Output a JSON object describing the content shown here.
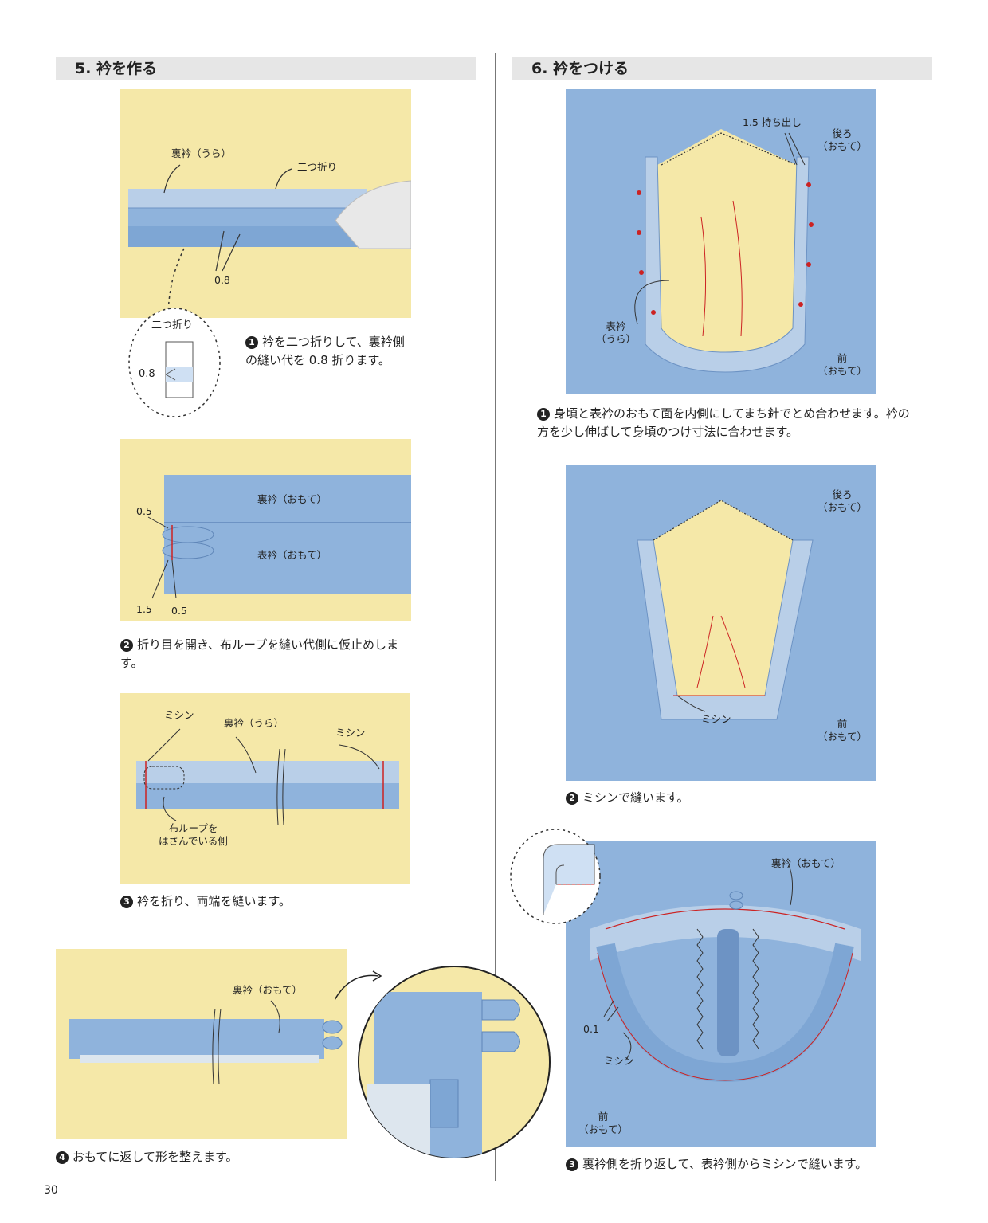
{
  "page_number": "30",
  "left": {
    "title": "5. 衿を作る",
    "steps": [
      {
        "num": "1",
        "caption": "衿を二つ折りして、裏衿側の縫い代を 0.8 折ります。",
        "labels": {
          "uraeri": "裏衿（うら）",
          "futatsuori": "二つ折り",
          "measure": "0.8",
          "detail_label": "二つ折り",
          "detail_measure": "0.8"
        }
      },
      {
        "num": "2",
        "caption": "折り目を開き、布ループを縫い代側に仮止めします。",
        "labels": {
          "top_measure": "0.5",
          "uraeri": "裏衿（おもて）",
          "omoteeri": "表衿（おもて）",
          "bottom_left": "1.5",
          "bottom_right": "0.5"
        }
      },
      {
        "num": "3",
        "caption": "衿を折り、両端を縫います。",
        "labels": {
          "mishin_left": "ミシン",
          "uraeri": "裏衿（うら）",
          "mishin_right": "ミシン",
          "loop_side": "布ループを\nはさんでいる側"
        }
      },
      {
        "num": "4",
        "caption": "おもてに返して形を整えます。",
        "labels": {
          "uraeri": "裏衿（おもて）"
        }
      }
    ]
  },
  "right": {
    "title": "6. 衿をつける",
    "steps": [
      {
        "num": "1",
        "caption": "身頃と表衿のおもて面を内側にしてまち針でとめ合わせます。衿の方を少し伸ばして身頃のつけ寸法に合わせます。",
        "labels": {
          "mochidashi": "1.5 持ち出し",
          "ushiro": "後ろ\n（おもて）",
          "omoteeri": "表衿\n（うら）",
          "mae": "前\n（おもて）"
        }
      },
      {
        "num": "2",
        "caption": "ミシンで縫います。",
        "labels": {
          "ushiro": "後ろ\n（おもて）",
          "mishin": "ミシン",
          "mae": "前\n（おもて）"
        }
      },
      {
        "num": "3",
        "caption": "裏衿側を折り返して、表衿側からミシンで縫います。",
        "labels": {
          "uraeri": "裏衿（おもて）",
          "measure": "0.1",
          "mishin": "ミシン",
          "mae": "前\n（おもて）"
        }
      }
    ]
  },
  "colors": {
    "bg": "#f5e8a8",
    "fabric": "#8fb3dc",
    "fabric_light": "#b9cfe8",
    "stitch": "#cc2222"
  }
}
